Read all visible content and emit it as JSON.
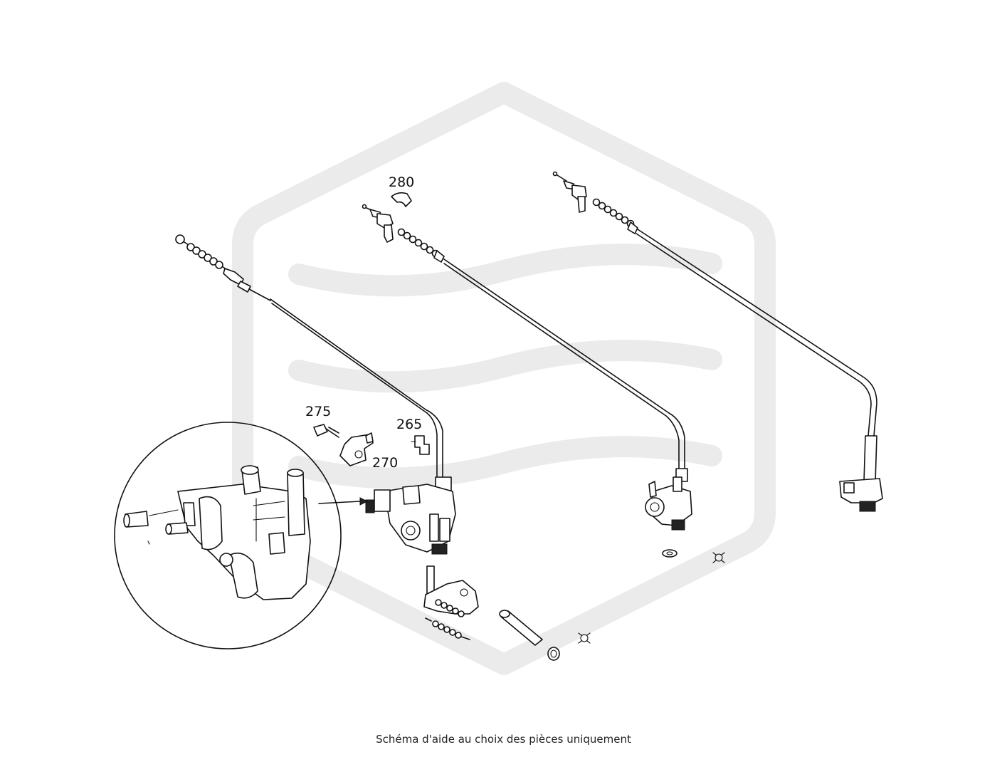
{
  "callouts": {
    "c280": "280",
    "c275": "275",
    "c265": "265",
    "c270": "270"
  },
  "caption": "Schéma d'aide au choix des pièces uniquement",
  "colors": {
    "line": "#111111",
    "watermark": "#ebebeb",
    "background": "#ffffff"
  }
}
